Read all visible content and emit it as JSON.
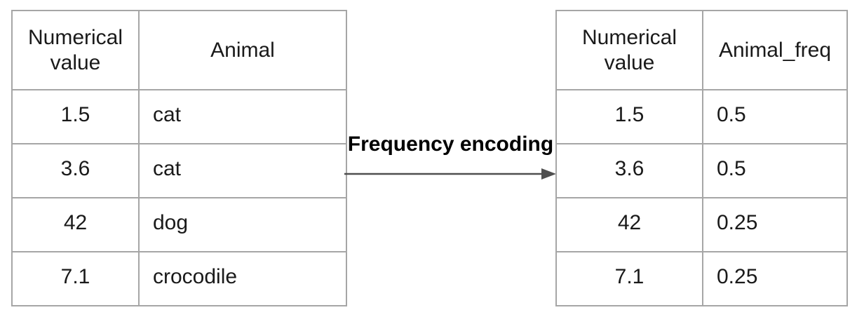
{
  "diagram": {
    "transform_label": "Frequency encoding",
    "colors": {
      "border": "#a6a6a6",
      "arrow": "#4f4f4f",
      "text": "#1a1a1a",
      "label": "#000000",
      "bg": "#ffffff"
    }
  },
  "left_table": {
    "headers": [
      "Numerical value",
      "Animal"
    ],
    "rows": [
      [
        "1.5",
        "cat"
      ],
      [
        "3.6",
        "cat"
      ],
      [
        "42",
        "dog"
      ],
      [
        "7.1",
        "crocodile"
      ]
    ]
  },
  "right_table": {
    "headers": [
      "Numerical value",
      "Animal_freq"
    ],
    "rows": [
      [
        "1.5",
        "0.5"
      ],
      [
        "3.6",
        "0.5"
      ],
      [
        "42",
        "0.25"
      ],
      [
        "7.1",
        "0.25"
      ]
    ]
  }
}
